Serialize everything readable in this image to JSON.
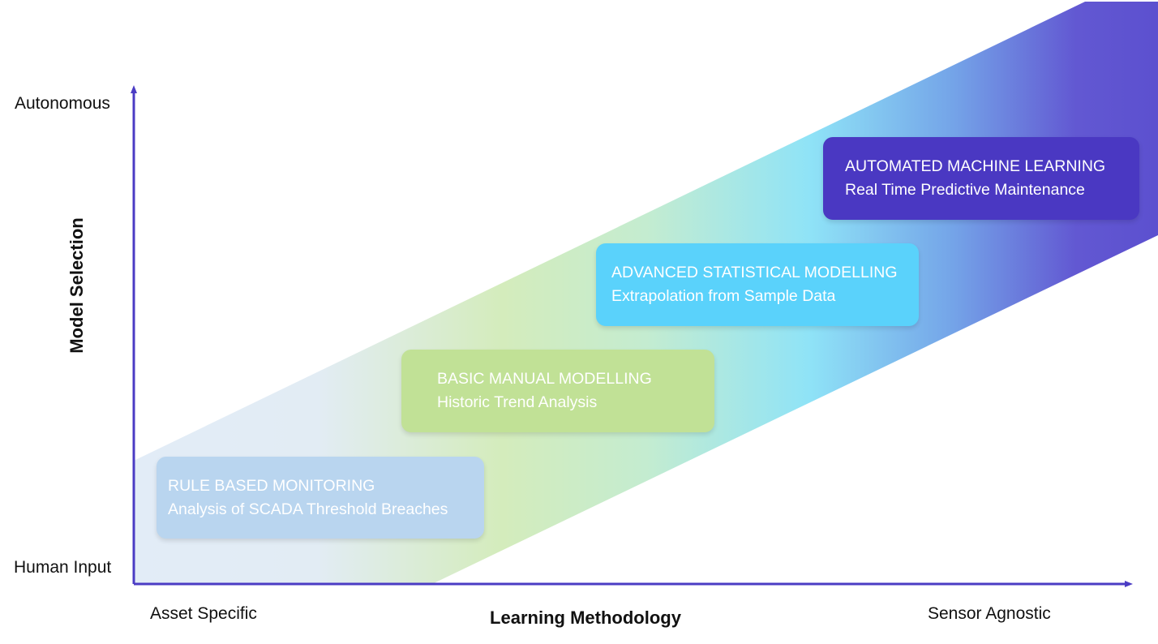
{
  "diagram": {
    "y_axis": {
      "title": "Model Selection",
      "top_label": "Autonomous",
      "bottom_label": "Human Input"
    },
    "x_axis": {
      "title": "Learning Methodology",
      "left_label": "Asset Specific",
      "right_label": "Sensor Agnostic"
    },
    "colors": {
      "axis": "#4b3cc4",
      "band_start": "#dfeaf6",
      "band_green": "#d2eab8",
      "band_cyan": "#8fe3f7",
      "band_end": "#5b4fd0"
    },
    "stages": [
      {
        "title": "RULE BASED MONITORING",
        "subtitle": "Analysis of SCADA Threshold Breaches",
        "color": "#b9d5ef"
      },
      {
        "title": "BASIC MANUAL MODELLING",
        "subtitle": "Historic Trend Analysis",
        "color": "#c1e196"
      },
      {
        "title": "ADVANCED STATISTICAL MODELLING",
        "subtitle": "Extrapolation from Sample Data",
        "color": "#5ad2fb"
      },
      {
        "title": "AUTOMATED MACHINE LEARNING",
        "subtitle": "Real Time Predictive Maintenance",
        "color": "#4a38c2"
      }
    ]
  }
}
